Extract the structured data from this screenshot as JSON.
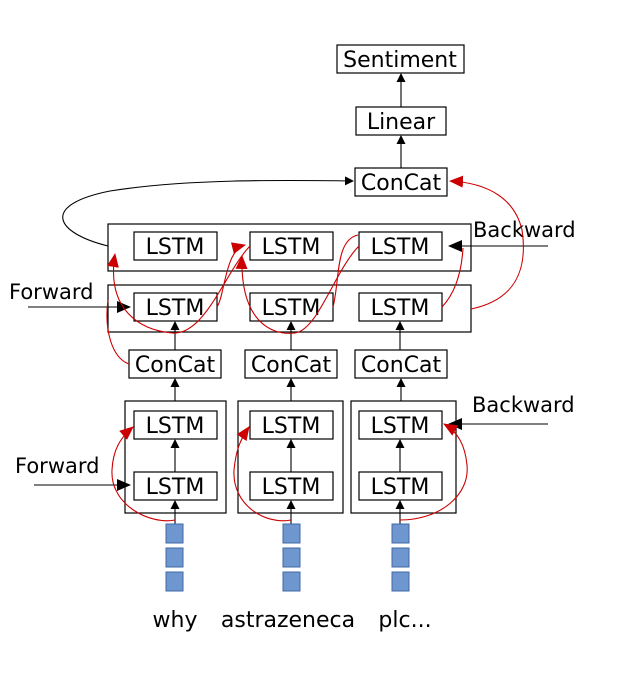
{
  "labels": {
    "sentiment": "Sentiment",
    "linear": "Linear",
    "concat": "ConCat",
    "lstm": "LSTM",
    "forward": "Forward",
    "backward": "Backward"
  },
  "tokens": [
    "why",
    "astrazeneca",
    "plc..."
  ],
  "colors": {
    "recurrent_arrow": "#cc0000",
    "embedding_cell": "#6f97cf"
  }
}
